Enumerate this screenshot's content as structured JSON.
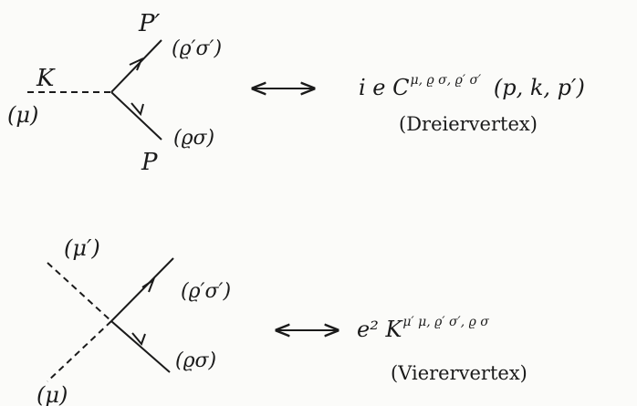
{
  "vertex3": {
    "photon_label": "K",
    "photon_index": "(μ)",
    "outgoing_label": "P′",
    "outgoing_index": "(ϱ′σ′)",
    "incoming_label": "P",
    "incoming_index": "(ϱσ)",
    "formula_base": "i e C",
    "formula_sup": "μ, ϱ σ, ϱ′ σ′",
    "formula_args": "(p, k, p′)",
    "caption": "(Dreiervertex)"
  },
  "vertex4": {
    "photon1_index": "(μ′)",
    "photon2_index": "(μ)",
    "outgoing_index": "(ϱ′σ′)",
    "incoming_index": "(ϱσ)",
    "formula_base": "e² K",
    "formula_sup": "μ′ μ, ϱ′ σ′, ϱ σ",
    "caption": "(Vierervertex)"
  },
  "arrow_symbol": "⟷"
}
